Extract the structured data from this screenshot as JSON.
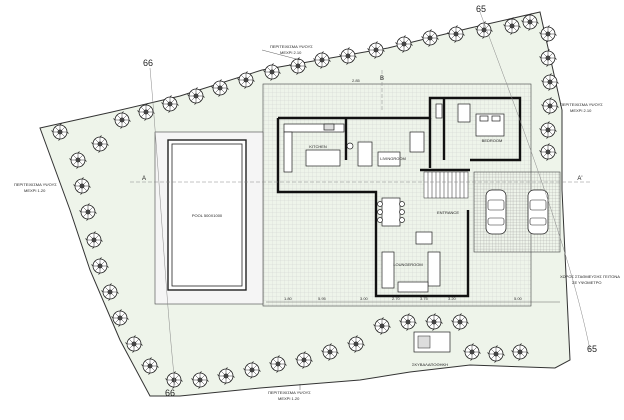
{
  "grid_marks": {
    "g65_top": "65",
    "g66_left": "66",
    "g66_bottom": "66",
    "g65_right": "65"
  },
  "rooms": {
    "kitchen": "KITCHEN",
    "livingroom": "LIVINGROOM",
    "bedroom": "BEDROOM",
    "entrance": "ENTRANCE",
    "lounge": "LOUNGEROOM",
    "pool": "POOL 500X1000"
  },
  "notes": {
    "top_line1": "ΠΕΡΙΤΕΙΧΙΣΜΑ ΥΨΟΥΣ",
    "top_line2": "ΜΕΧΡΙ 2.10",
    "right_line1": "ΠΕΡΙΤΕΙΧΙΣΜΑ ΥΨΟΥΣ",
    "right_line2": "ΜΕΧΡΙ 2.10",
    "left_line1": "ΠΕΡΙΤΕΙΧΙΣΜΑ ΥΨΟΥΣ",
    "left_line2": "ΜΕΧΡΙ 1.20",
    "bottom_line1": "ΠΕΡΙΤΕΙΧΙΣΜΑ ΥΨΟΥΣ",
    "bottom_line2": "ΜΕΧΡΙ 1.20",
    "parking1": "ΧΩΡΟΣ ΣΤΑΘΜΕΥΣΗΣ ΓΕΙΤΟΝΑ",
    "parking2": "ΣΕ ΥΨΟΜΕΤΡΟ",
    "storage": "ΣΚΥΒΑΛΑΠΟΘΗΚΗ"
  },
  "sections": {
    "a_left": "A",
    "a_right": "A'",
    "b_top": "B"
  },
  "dims": {
    "d1": "1.80",
    "d2": "5.95",
    "d3": "3.00",
    "d4": "2.70",
    "d5": "3.75",
    "d6": "3.20",
    "d7": "5.00",
    "d8": "2.85"
  }
}
